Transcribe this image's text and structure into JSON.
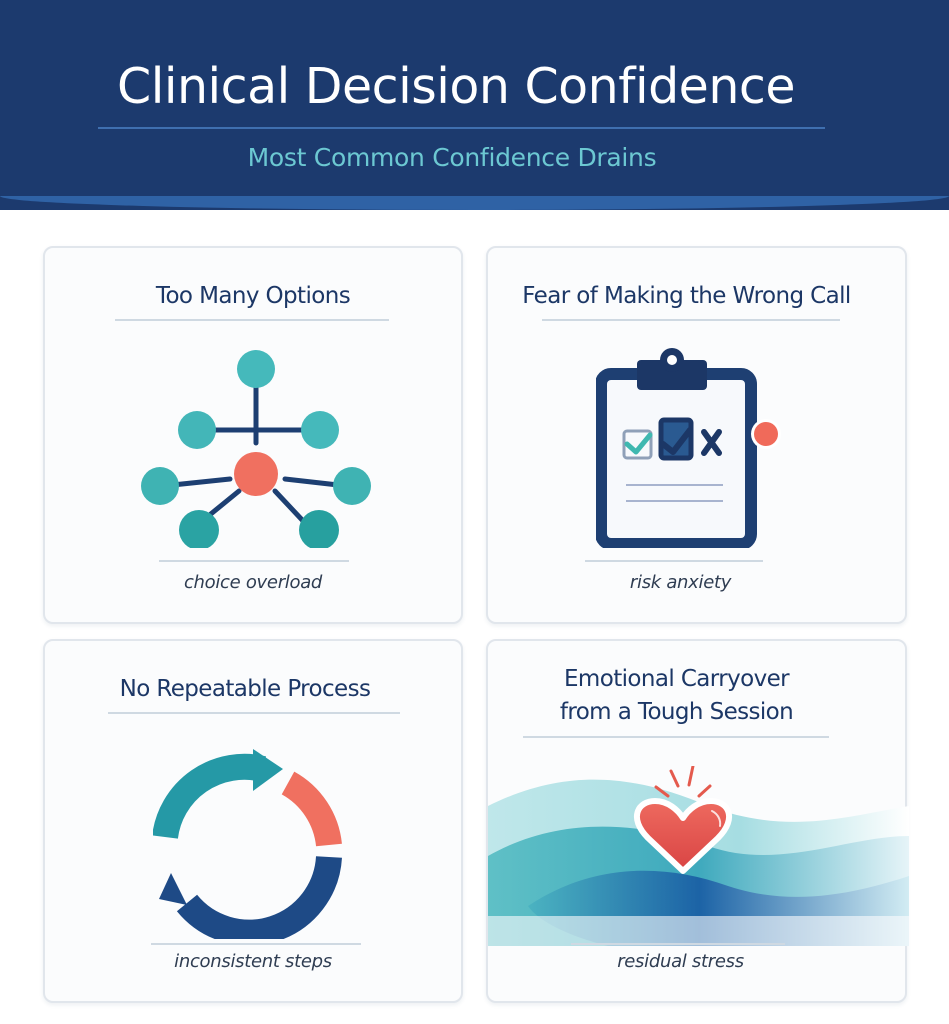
{
  "header": {
    "title": "Clinical Decision Confidence",
    "subtitle": "Most Common Confidence Drains"
  },
  "cards": [
    {
      "title": "Too Many Options",
      "icon": "network-nodes-icon",
      "caption": "choice overload"
    },
    {
      "title": "Fear of Making the Wrong Call",
      "icon": "clipboard-checklist-icon",
      "caption": "risk anxiety"
    },
    {
      "title": "No Repeatable Process",
      "icon": "broken-cycle-arrows-icon",
      "caption": "inconsistent steps"
    },
    {
      "title_line1": "Emotional Carryover",
      "title_line2": "from a Tough Session",
      "icon": "heart-on-waves-icon",
      "caption": "residual stress"
    }
  ],
  "colors": {
    "navy": "#1c3a6e",
    "teal": "#3fb8b8",
    "coral": "#f07060",
    "subtitle_teal": "#6cc8d2"
  }
}
